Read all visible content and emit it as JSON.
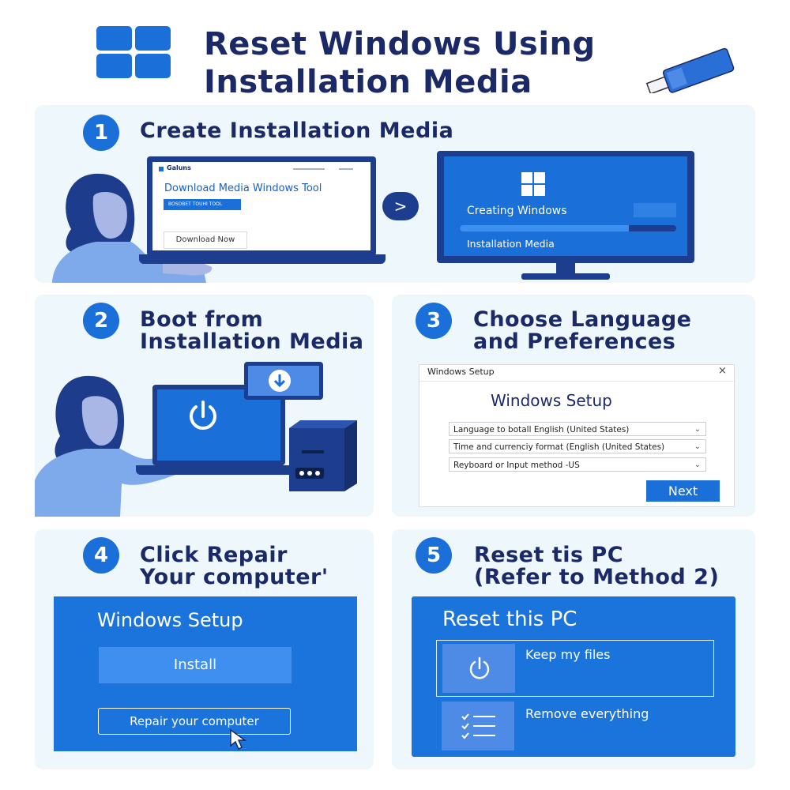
{
  "title": "Reset Windows Using Installation Media",
  "title_lines": [
    "Reset Windows Using",
    "Installation Media"
  ],
  "colors": {
    "accent": "#1a6fd9",
    "navy": "#1b2a66",
    "panel": "#eef7fc",
    "card_blue": "#1b73dc"
  },
  "step1": {
    "number": "1",
    "title": "Create Installation Media",
    "laptop": {
      "brand": "Galuns",
      "heading": "Download Media Windows Tool",
      "blue_bar_text": "BOSOBET TOUHI TOOL",
      "download_button": "Download Now"
    },
    "monitor": {
      "line1": "Creating Windows",
      "line2": "Installation Media",
      "progress": 0.78
    },
    "arrow": ">"
  },
  "step2": {
    "number": "2",
    "title_lines": [
      "Boot from",
      "Installation Media"
    ]
  },
  "step3": {
    "number": "3",
    "title_lines": [
      "Choose Language",
      "and Preferences"
    ],
    "dialog": {
      "window_title": "Windows Setup",
      "close": "×",
      "heading": "Windows Setup",
      "fields": [
        "Language to botall   English (United States)",
        "Time and currenciy format (English (United States)",
        "Reyboard or Input method -US"
      ],
      "next_button": "Next"
    }
  },
  "step4": {
    "number": "4",
    "title_lines": [
      "Click Repair",
      "Your computer'"
    ],
    "card": {
      "heading": "Windows Setup",
      "install_button": "Install",
      "repair_button": "Repair your computer"
    }
  },
  "step5": {
    "number": "5",
    "title_lines": [
      "Reset tis PC",
      "(Refer to Method 2)"
    ],
    "card": {
      "heading": "Reset this PC",
      "option1": "Keep my files",
      "option2": "Remove everything"
    }
  }
}
